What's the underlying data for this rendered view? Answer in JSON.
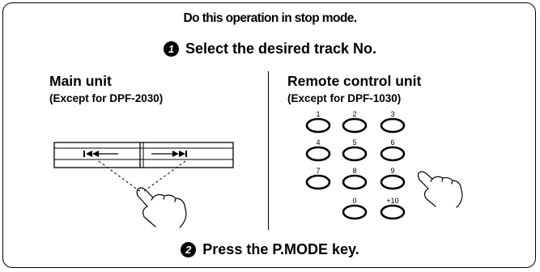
{
  "header": "Do this operation in stop mode.",
  "step1": {
    "num": "1",
    "text": "Select the desired track No."
  },
  "step2": {
    "num": "2",
    "text": "Press the P.MODE key."
  },
  "main_unit": {
    "title": "Main unit",
    "subtitle": "(Except for DPF-2030)"
  },
  "remote_unit": {
    "title": "Remote control unit",
    "subtitle": "(Except for DPF-1030)"
  },
  "remote_keys": [
    "1",
    "2",
    "3",
    "4",
    "5",
    "6",
    "7",
    "8",
    "9",
    "0",
    "+10"
  ],
  "icons": {
    "skip_back": "skip-back-icon",
    "skip_forward": "skip-forward-icon",
    "hand_main": "pointing-hand-icon",
    "hand_remote": "pointing-hand-icon"
  }
}
